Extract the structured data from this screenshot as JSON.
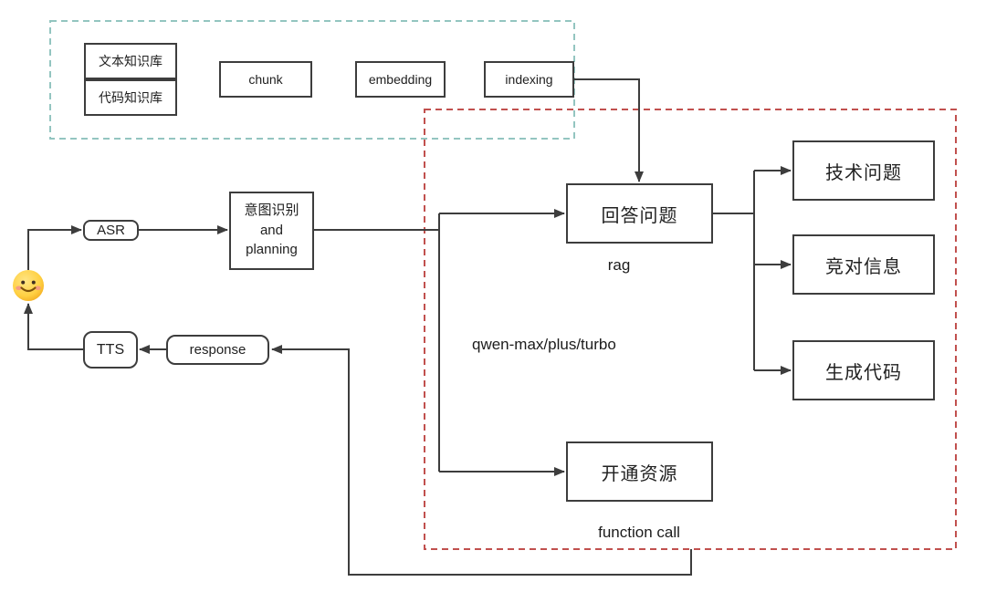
{
  "colors": {
    "knowledge_group_border": "#93c5c0",
    "agent_group_border": "#c1504e",
    "connector": "#3d3d3d"
  },
  "diagram": {
    "knowledge_group": {
      "kb_text": "文本知识库",
      "kb_code": "代码知识库",
      "chunk": "chunk",
      "embedding": "embedding",
      "indexing": "indexing"
    },
    "voice": {
      "asr": "ASR",
      "intent_line1": "意图识别",
      "intent_line2": "and",
      "intent_line3": "planning",
      "tts": "TTS",
      "response": "response"
    },
    "agent_group": {
      "answer": "回答问题",
      "answer_caption": "rag",
      "model_label": "qwen-max/plus/turbo",
      "open_resource": "开通资源",
      "open_resource_caption": "function call"
    },
    "outputs": {
      "tech": "技术问题",
      "competitor": "竞对信息",
      "codegen": "生成代码"
    },
    "user_icon": "smiling-face-emoji"
  }
}
